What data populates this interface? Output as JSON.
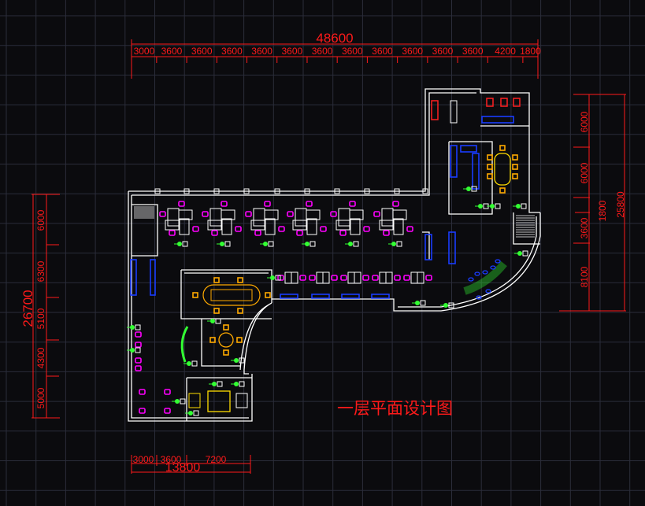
{
  "drawing": {
    "title": "一层平面设计图",
    "colors": {
      "background": "#0b0b0e",
      "grid": "#2b2d3a",
      "dimension": "#ff1a1a",
      "wall": "#ffffff",
      "chair": "#ff00ff",
      "plant": "#33ff33",
      "cabinet": "#1a3cff",
      "table": "#ffaa00",
      "conference": "#ffdd00"
    }
  },
  "dimensions": {
    "top": {
      "total": "48600",
      "segments": [
        "3000",
        "3600",
        "3600",
        "3600",
        "3600",
        "3600",
        "3600",
        "3600",
        "3600",
        "3600",
        "3600",
        "3600",
        "4200",
        "1800"
      ]
    },
    "right": {
      "total": "25800",
      "segments": [
        "6000",
        "6000",
        "3600",
        "8100"
      ],
      "inner": "1800"
    },
    "left": {
      "total": "26700",
      "segments": [
        "6000",
        "6300",
        "5100",
        "4300",
        "5000"
      ]
    },
    "bottom": {
      "total": "13800",
      "segments": [
        "3000",
        "3600",
        "7200"
      ]
    }
  }
}
